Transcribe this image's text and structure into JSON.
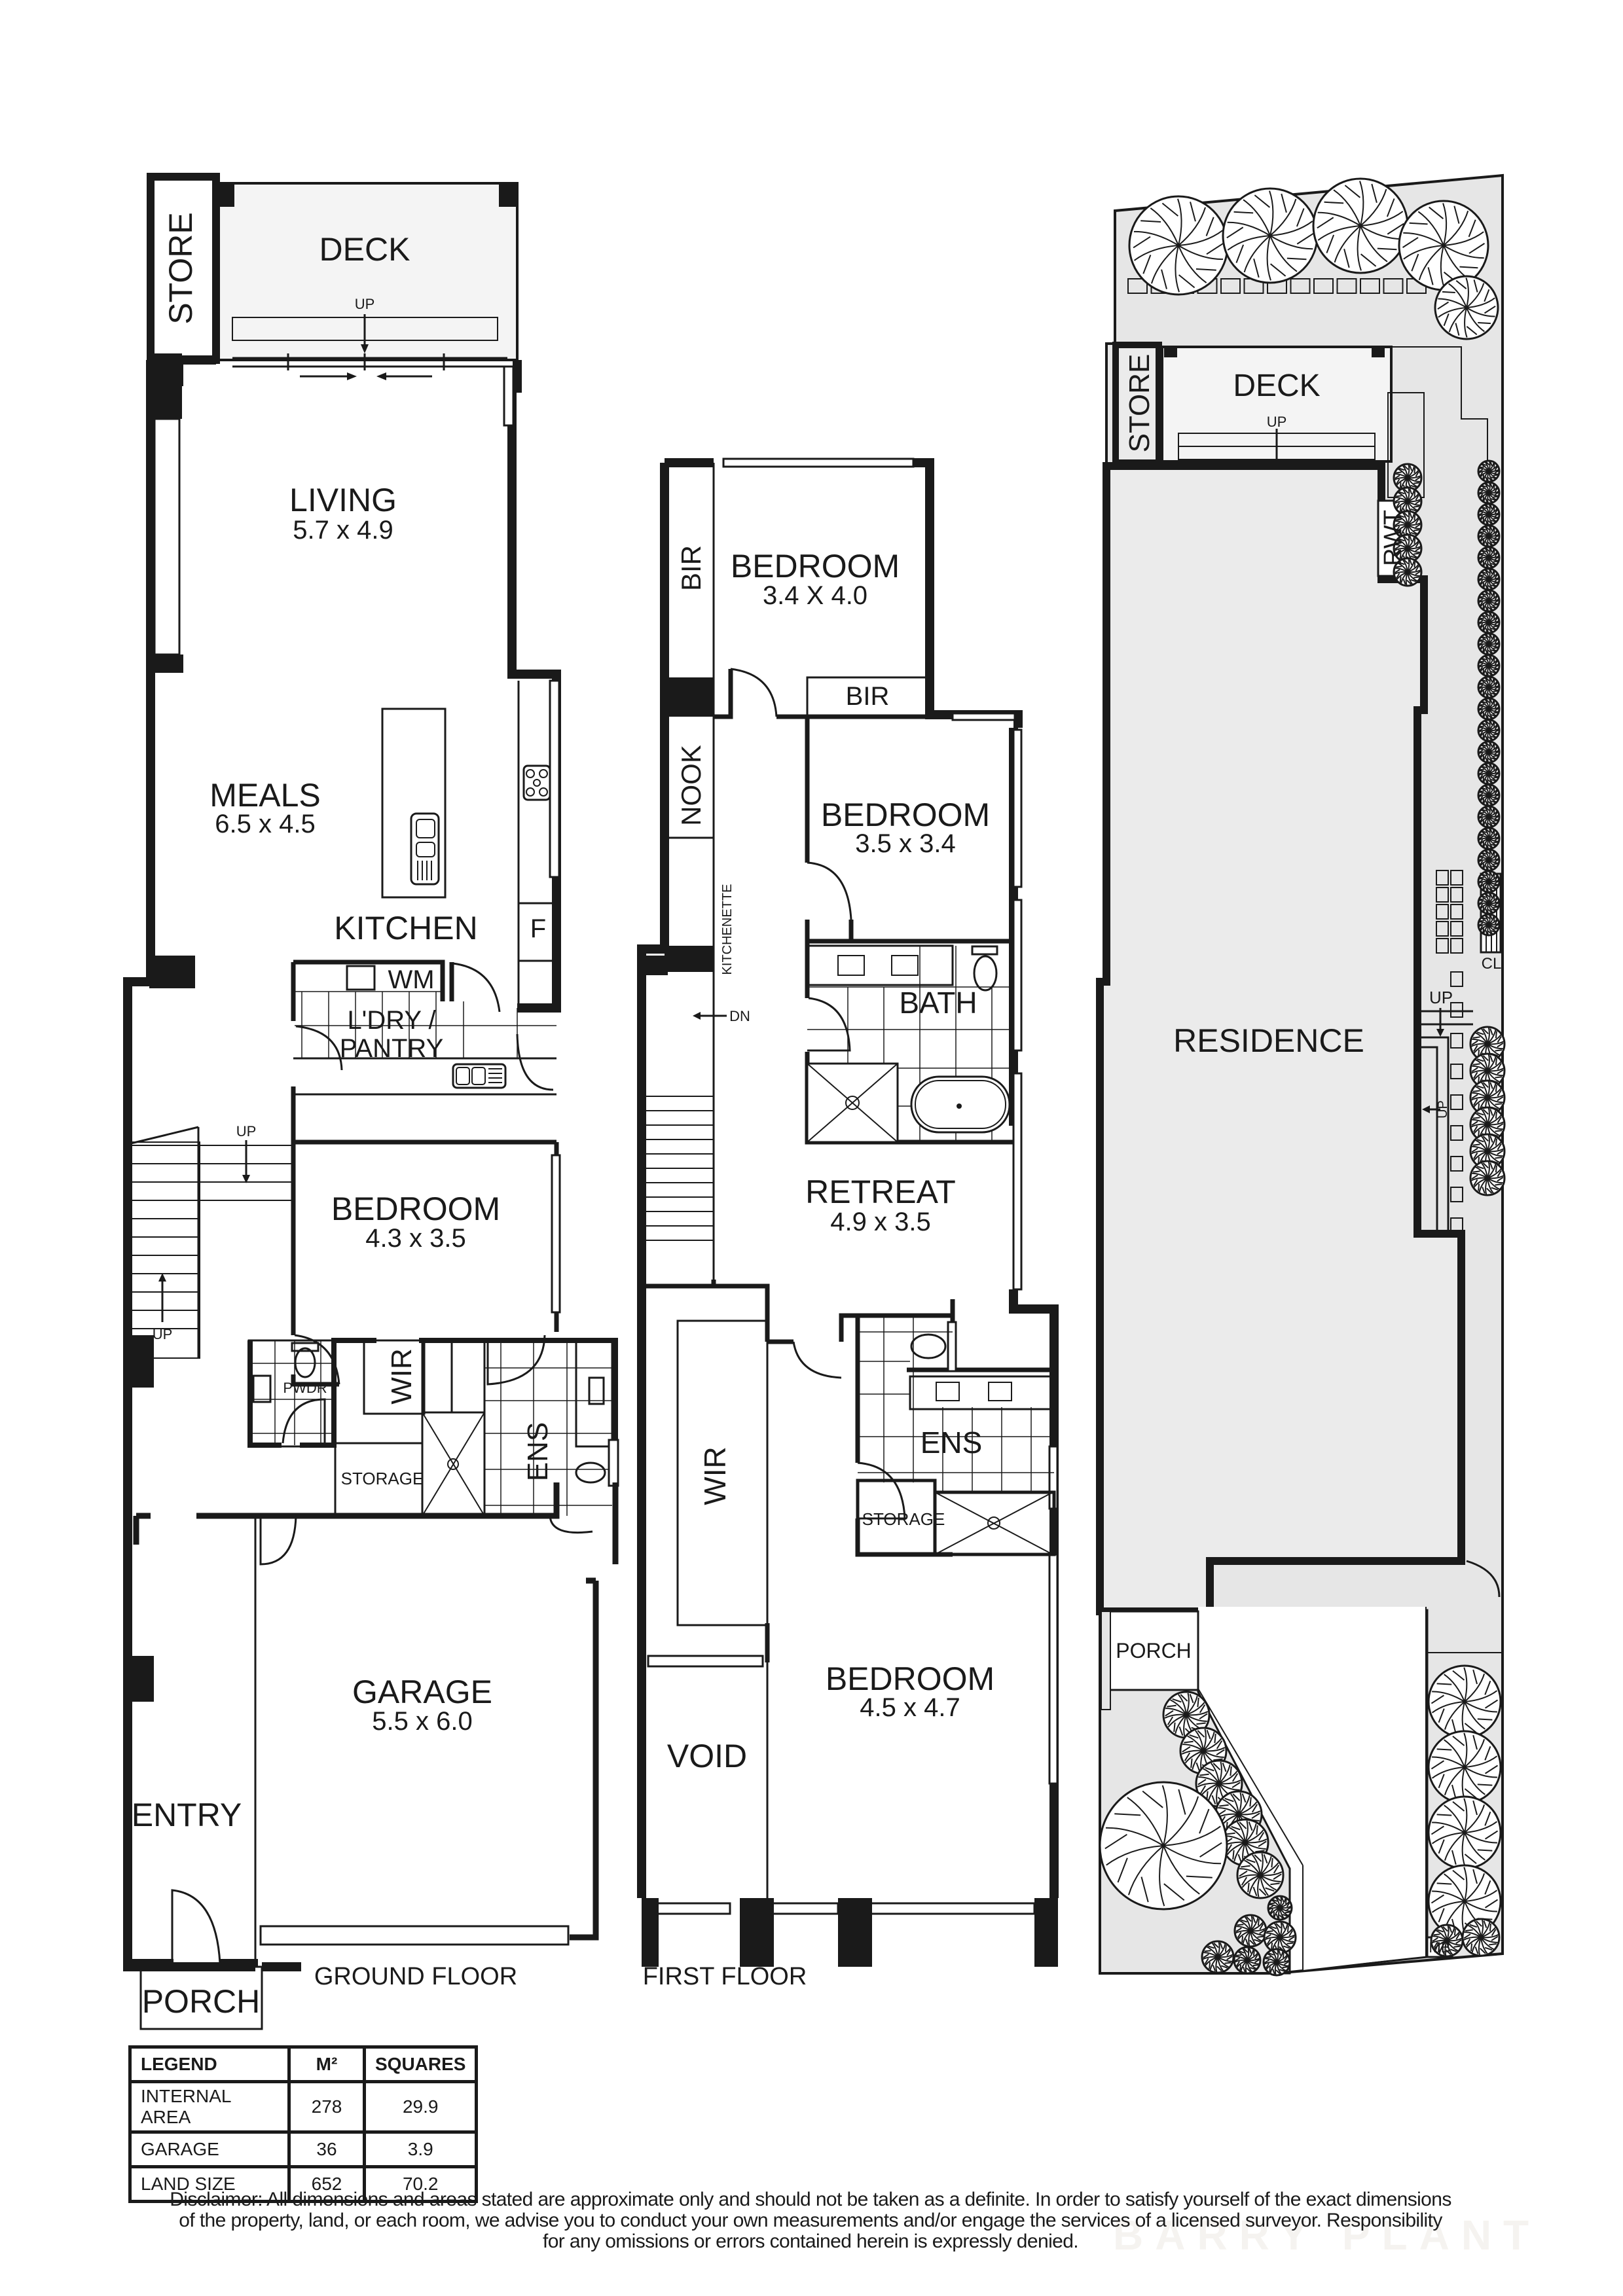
{
  "document": {
    "type": "Floor plan",
    "watermark": "BARRY PLANT"
  },
  "ground_floor": {
    "title": "GROUND FLOOR",
    "rooms": {
      "store": {
        "name": "STORE"
      },
      "deck": {
        "name": "DECK",
        "stair": "UP"
      },
      "living": {
        "name": "LIVING",
        "size": "5.7 x 4.9"
      },
      "meals": {
        "name": "MEALS",
        "size": "6.5 x 4.5"
      },
      "kitchen": {
        "name": "KITCHEN",
        "fridge": "F"
      },
      "laundry": {
        "name_line1": "L'DRY /",
        "name_line2": "PANTRY",
        "appliance": "WM"
      },
      "stair": {
        "up_top": "UP",
        "up_bottom": "UP"
      },
      "bedroom": {
        "name": "BEDROOM",
        "size": "4.3 x 3.5"
      },
      "pwdr": {
        "name": "PWDR"
      },
      "wir": {
        "name": "WIR"
      },
      "storage": {
        "name": "STORAGE"
      },
      "ens": {
        "name": "ENS"
      },
      "garage": {
        "name": "GARAGE",
        "size": "5.5 x 6.0"
      },
      "entry": {
        "name": "ENTRY"
      },
      "porch": {
        "name": "PORCH"
      }
    }
  },
  "first_floor": {
    "title": "FIRST FLOOR",
    "rooms": {
      "bir_left": {
        "name": "BIR"
      },
      "bedroom1": {
        "name": "BEDROOM",
        "size": "3.4 X 4.0"
      },
      "bir_right": {
        "name": "BIR"
      },
      "nook": {
        "name": "NOOK"
      },
      "kitchenette": {
        "name": "KITCHENETTE"
      },
      "stair": {
        "down": "DN"
      },
      "bedroom2": {
        "name": "BEDROOM",
        "size": "3.5 x 3.4"
      },
      "bath": {
        "name": "BATH"
      },
      "retreat": {
        "name": "RETREAT",
        "size": "4.9 x 3.5"
      },
      "wir": {
        "name": "WIR"
      },
      "ens": {
        "name": "ENS"
      },
      "storage": {
        "name": "STORAGE"
      },
      "void": {
        "name": "VOID"
      },
      "bedroom3": {
        "name": "BEDROOM",
        "size": "4.5 x 4.7"
      }
    }
  },
  "site_plan": {
    "labels": {
      "store": "STORE",
      "deck": "DECK",
      "deck_stair": "UP",
      "rwt": "RWT",
      "residence": "RESIDENCE",
      "clothesline": "CL",
      "up_main": "UP",
      "up_side": "UP",
      "porch": "PORCH",
      "mailbox": "MB"
    }
  },
  "legend": {
    "headers": [
      "LEGEND",
      "M²",
      "SQUARES"
    ],
    "rows": [
      {
        "label": "INTERNAL AREA",
        "m2": "278",
        "squares": "29.9"
      },
      {
        "label": "GARAGE",
        "m2": "36",
        "squares": "3.9"
      },
      {
        "label": "LAND SIZE",
        "m2": "652",
        "squares": "70.2"
      }
    ]
  },
  "disclaimer": {
    "line1": "Disclaimer: All dimensions and areas stated are approximate only and should not be taken as a definite. In order to satisfy yourself of the exact dimensions",
    "line2": "of the property, land, or each room, we advise you to conduct your own measurements and/or engage the services of a licensed surveyor. Responsibility",
    "line3": "for any omissions or errors contained herein is expressly denied."
  }
}
